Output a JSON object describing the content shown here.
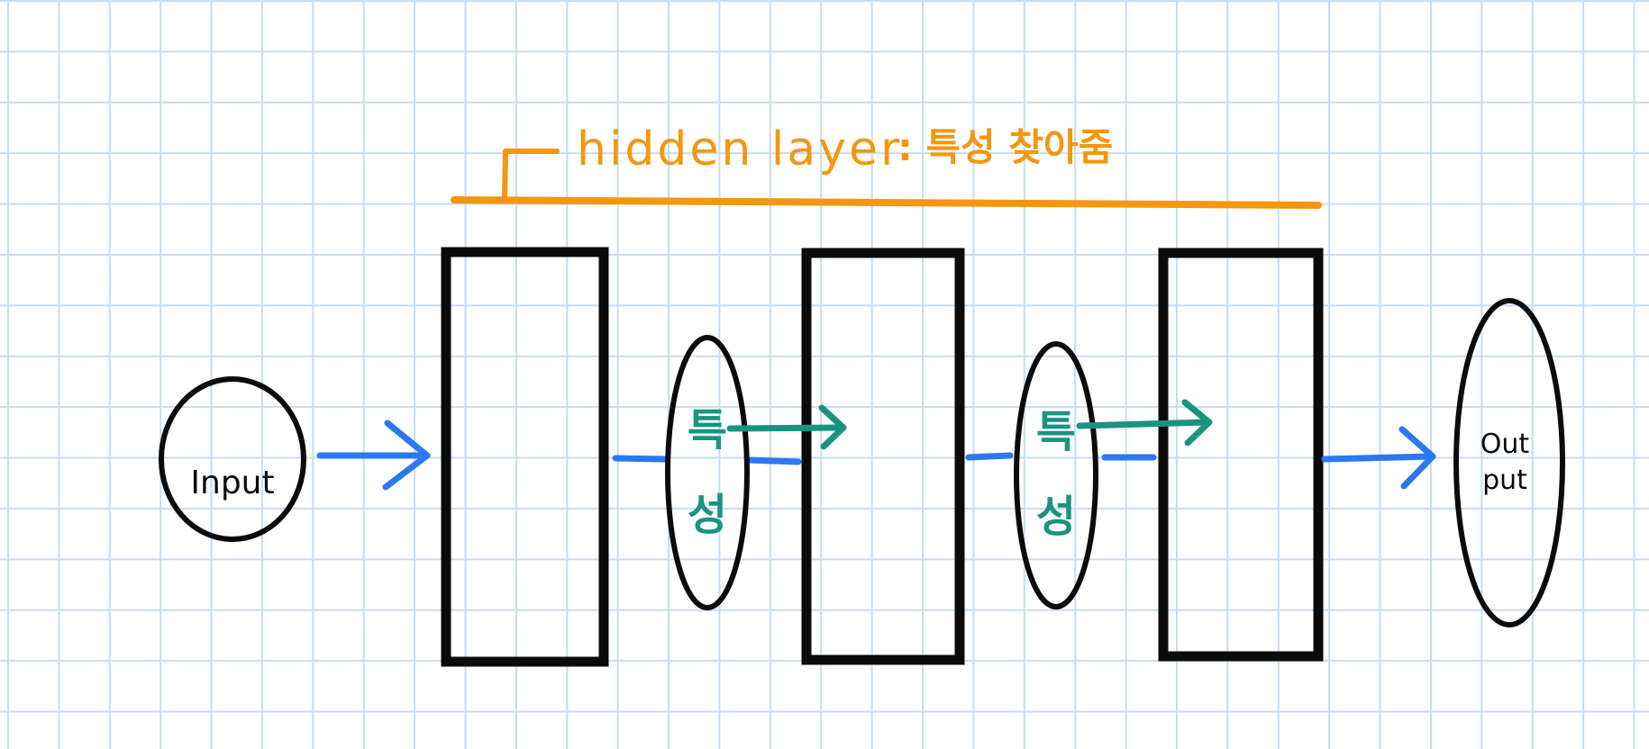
{
  "hidden_layer": {
    "label": "hidden layer",
    "description": ": 특성 찾아줌",
    "color": "#f4960f"
  },
  "input_node": {
    "label": "Input"
  },
  "output_node": {
    "line1": "Out",
    "line2": "put"
  },
  "feature_nodes": [
    {
      "top": "특",
      "bottom": "성"
    },
    {
      "top": "특",
      "bottom": "성"
    }
  ],
  "colors": {
    "outline": "#0b0b0b",
    "flow_arrow": "#2b78f0",
    "feature_arrow": "#1a9480",
    "feature_text": "#1a9480",
    "grid": "#c8dcf0"
  }
}
